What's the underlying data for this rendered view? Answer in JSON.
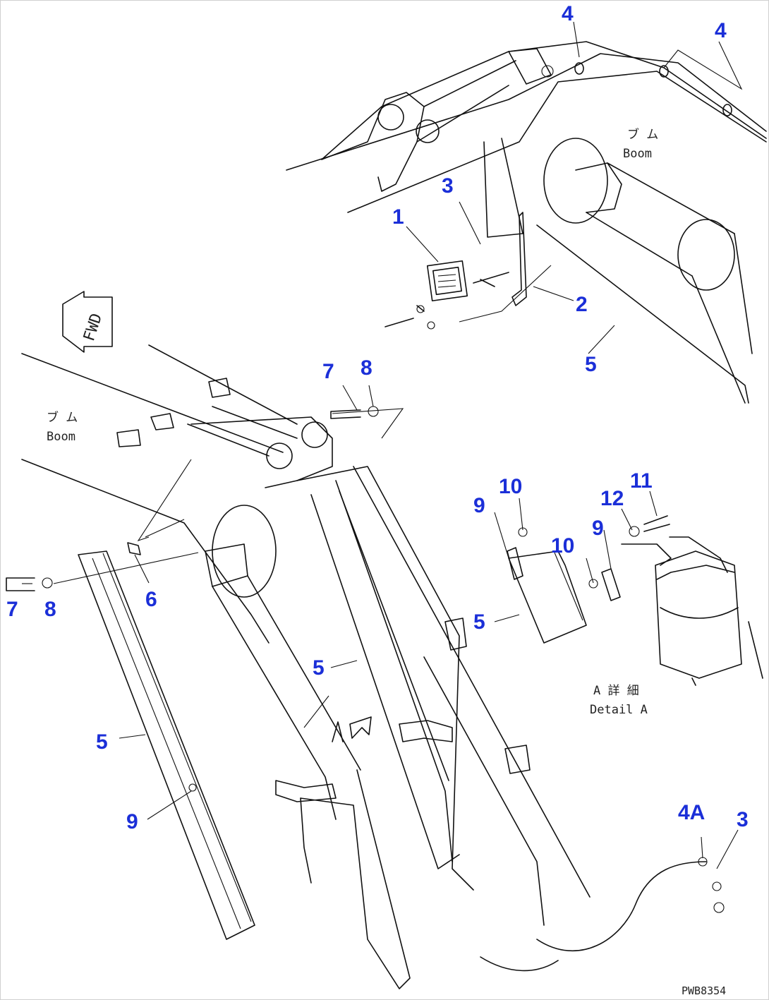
{
  "drawing_code": "PWB8354",
  "fwd_label": "FWD",
  "notes": [
    {
      "id": "boom-top-jp",
      "text": "ブ ム"
    },
    {
      "id": "boom-top-en",
      "text": "Boom"
    },
    {
      "id": "boom-left-jp",
      "text": "ブ ム"
    },
    {
      "id": "boom-left-en",
      "text": "Boom"
    },
    {
      "id": "detail-jp",
      "text": "A 詳 細"
    },
    {
      "id": "detail-en",
      "text": "Detail A"
    }
  ],
  "callouts": [
    {
      "id": "c1",
      "text": "1"
    },
    {
      "id": "c2",
      "text": "2"
    },
    {
      "id": "c3a",
      "text": "3"
    },
    {
      "id": "c3b",
      "text": "3"
    },
    {
      "id": "c4a",
      "text": "4"
    },
    {
      "id": "c4b",
      "text": "4"
    },
    {
      "id": "c4A",
      "text": "4A"
    },
    {
      "id": "c5a",
      "text": "5"
    },
    {
      "id": "c5b",
      "text": "5"
    },
    {
      "id": "c5c",
      "text": "5"
    },
    {
      "id": "c5d",
      "text": "5"
    },
    {
      "id": "c6",
      "text": "6"
    },
    {
      "id": "c7a",
      "text": "7"
    },
    {
      "id": "c7b",
      "text": "7"
    },
    {
      "id": "c8a",
      "text": "8"
    },
    {
      "id": "c8b",
      "text": "8"
    },
    {
      "id": "c9a",
      "text": "9"
    },
    {
      "id": "c9b",
      "text": "9"
    },
    {
      "id": "c9c",
      "text": "9"
    },
    {
      "id": "c10a",
      "text": "10"
    },
    {
      "id": "c10b",
      "text": "10"
    },
    {
      "id": "c11",
      "text": "11"
    },
    {
      "id": "c12",
      "text": "12"
    }
  ],
  "colors": {
    "callout": "#1b2fd8",
    "linework": "#111111"
  }
}
